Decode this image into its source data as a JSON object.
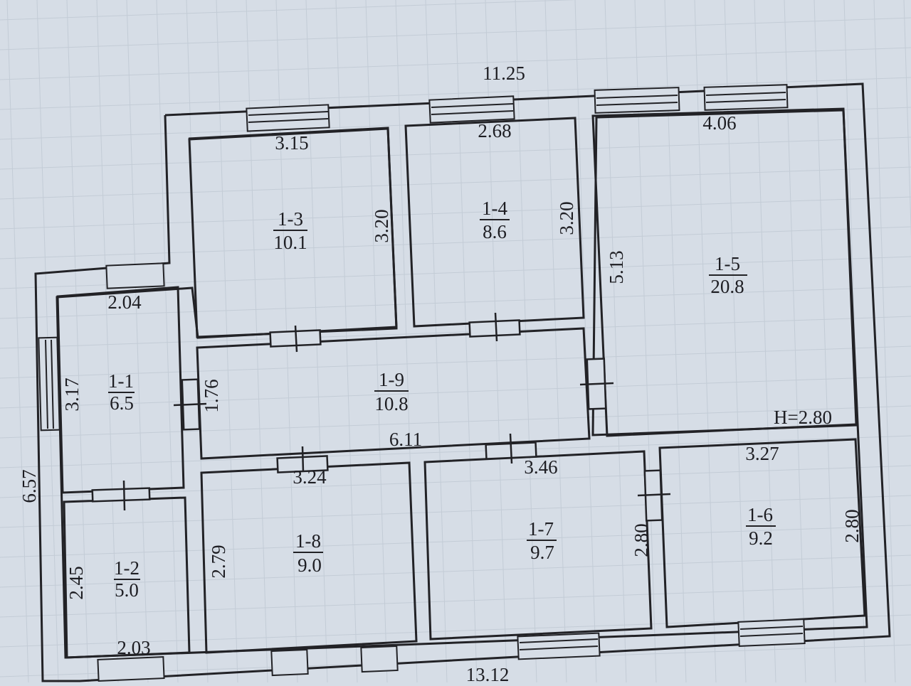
{
  "plan": {
    "dimensions": {
      "overall_top": "11.25",
      "overall_bottom": "13.12",
      "overall_left": "6.57",
      "room_1_3_top": "3.15",
      "room_1_3_right": "3.20",
      "room_1_4_top": "2.68",
      "room_1_4_right": "3.20",
      "room_1_5_top": "4.06",
      "room_1_5_left": "5.13",
      "room_1_1_top": "2.04",
      "room_1_1_left": "3.17",
      "room_1_9_left": "1.76",
      "room_1_9_bottom": "6.11",
      "room_1_8_top": "3.24",
      "room_1_8_left": "2.79",
      "room_1_7_top": "3.46",
      "room_1_7_right": "2.80",
      "room_1_6_top": "3.27",
      "room_1_6_right": "2.80",
      "room_1_2_left": "2.45",
      "room_1_2_bottom": "2.03",
      "ceiling_height": "H=2.80"
    },
    "rooms": [
      {
        "id": "1-1",
        "area": "6.5"
      },
      {
        "id": "1-2",
        "area": "5.0"
      },
      {
        "id": "1-3",
        "area": "10.1"
      },
      {
        "id": "1-4",
        "area": "8.6"
      },
      {
        "id": "1-5",
        "area": "20.8"
      },
      {
        "id": "1-6",
        "area": "9.2"
      },
      {
        "id": "1-7",
        "area": "9.7"
      },
      {
        "id": "1-8",
        "area": "9.0"
      },
      {
        "id": "1-9",
        "area": "10.8"
      }
    ]
  },
  "colors": {
    "paper": "#d6dde6",
    "grid": "#b9c3ce",
    "ink": "#1d1d22"
  }
}
